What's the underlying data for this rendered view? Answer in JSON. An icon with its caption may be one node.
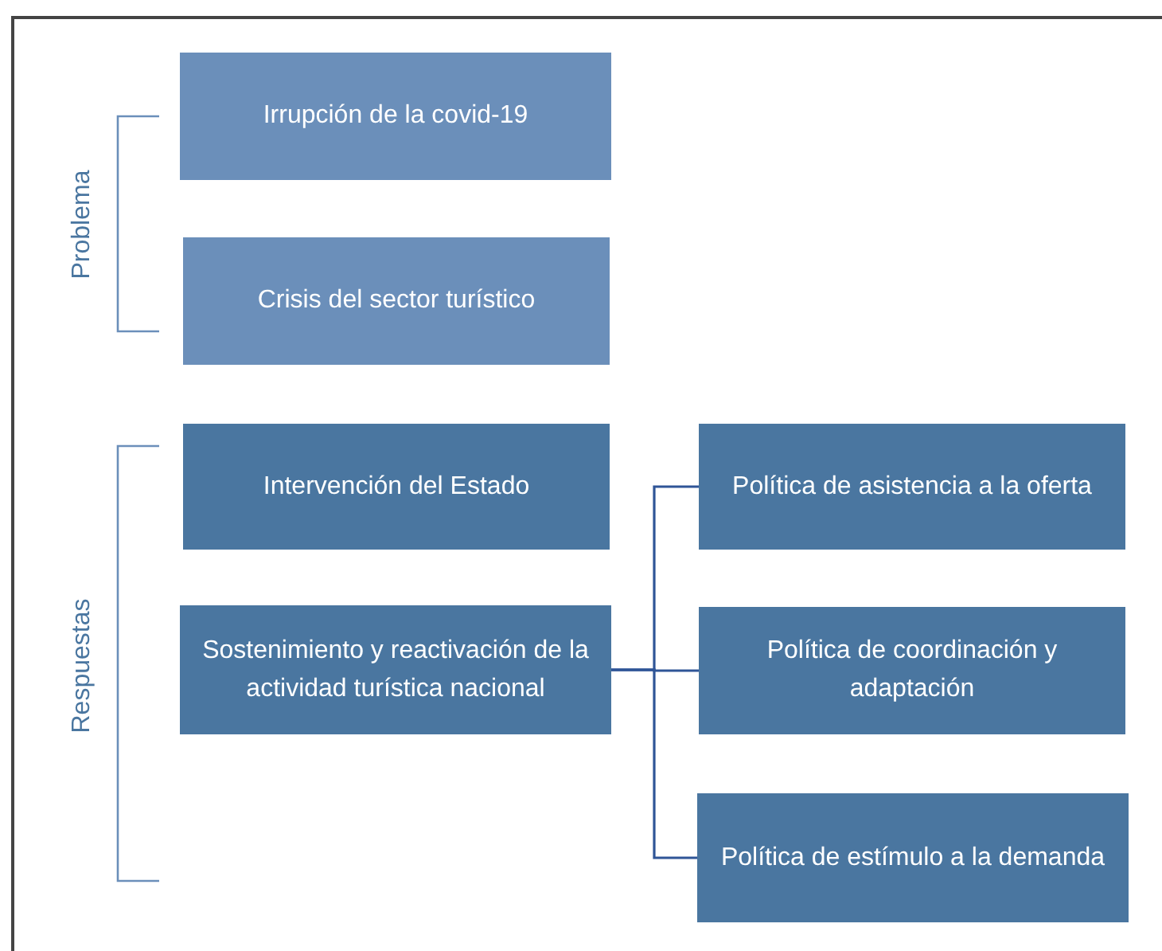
{
  "diagram": {
    "nodes": [
      {
        "text": [
          "Irrupción de la covid-19"
        ]
      },
      {
        "text": [
          "Crisis del sector turístico"
        ]
      },
      {
        "text": [
          "Intervención del Estado"
        ]
      },
      {
        "text": [
          "Sostenimiento y reactivación de la actividad turística nacional"
        ]
      },
      {
        "text": [
          "Política de asistencia a la oferta"
        ]
      },
      {
        "text": [
          "Política de coordinación y adaptación"
        ]
      },
      {
        "text": [
          "Política de estímulo a la demanda"
        ]
      }
    ],
    "edges": [
      {
        "from": 3,
        "to": 4,
        "arrow": "none"
      },
      {
        "from": 3,
        "to": 5,
        "arrow": "none"
      },
      {
        "from": 3,
        "to": 6,
        "arrow": "none"
      }
    ],
    "labels": [
      "Problema",
      "Respuestas"
    ]
  }
}
